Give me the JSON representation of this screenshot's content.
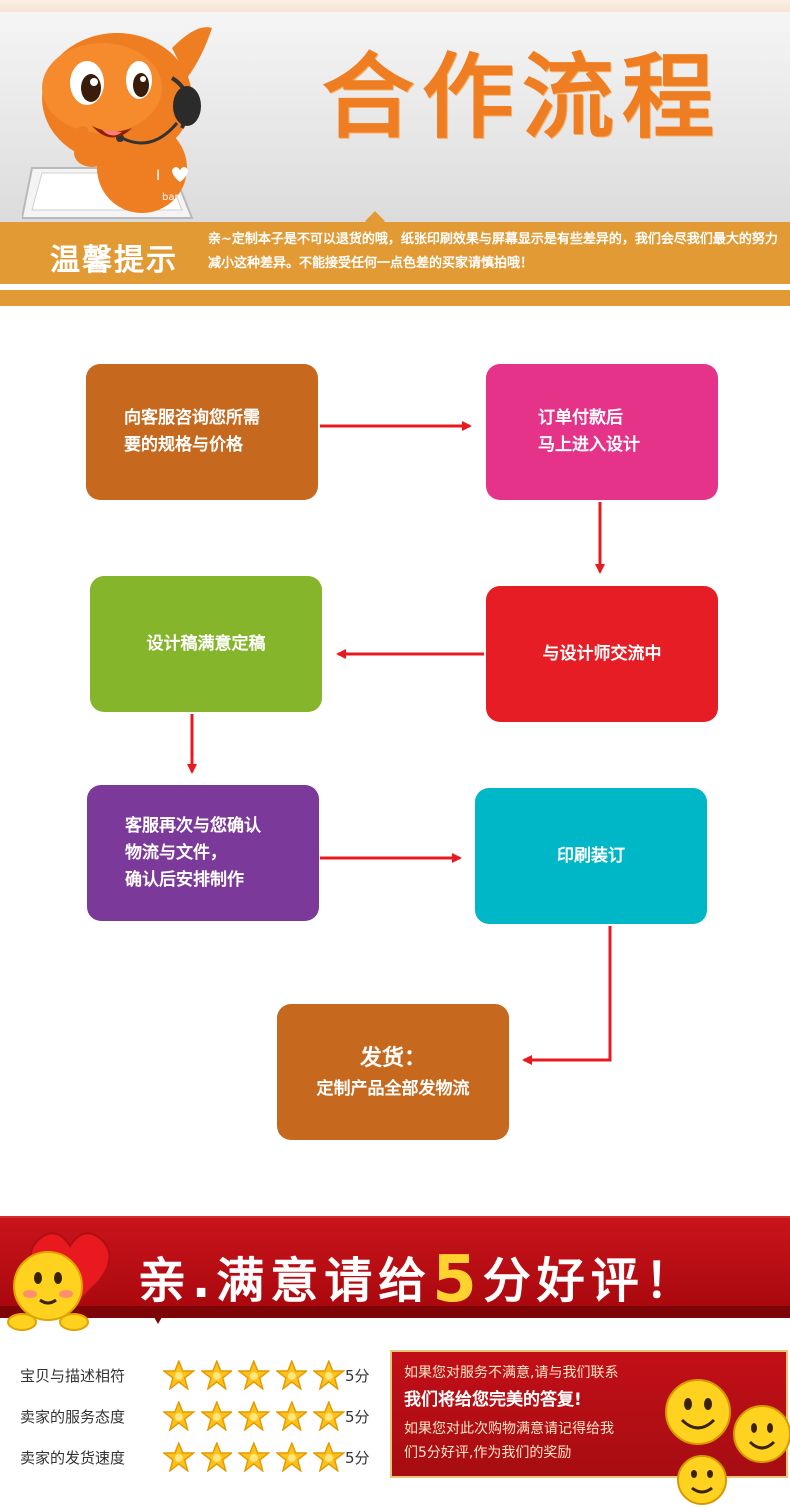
{
  "header": {
    "title": "合作流程",
    "mascot_heart_text": "I",
    "mascot_logo_text": "ban",
    "tip_label": "温馨提示",
    "tip_text": "亲~定制本子是不可以退货的哦，纸张印刷效果与屏幕显示是有些差异的，我们会尽我们最大的努力减小这种差异。不能接受任何一点色差的买家请慎拍哦！"
  },
  "flow": {
    "step1": {
      "lines": [
        "向客服咨询您所需",
        "要的规格与价格"
      ],
      "color": "#c6681d"
    },
    "step2": {
      "lines": [
        "订单付款后",
        "马上进入设计"
      ],
      "color": "#e43388"
    },
    "step3": {
      "lines": [
        "与设计师交流中"
      ],
      "color": "#e61d25"
    },
    "step4": {
      "lines": [
        "设计稿满意定稿"
      ],
      "color": "#85b52b"
    },
    "step5": {
      "lines": [
        "客服再次与您确认",
        "物流与文件，",
        "确认后安排制作"
      ],
      "color": "#7b3a9a"
    },
    "step6": {
      "lines": [
        "印刷装订"
      ],
      "color": "#00b7c7"
    },
    "step7": {
      "title": "发货：",
      "lines": [
        "定制产品全部发物流"
      ],
      "color": "#c6681d"
    },
    "arrow_color": "#e8191f"
  },
  "rating": {
    "banner_prefix": "亲.满意请给",
    "banner_number": "5",
    "banner_suffix": "分好评！",
    "rows": [
      {
        "label": "宝贝与描述相符",
        "stars": 5,
        "score": "5分"
      },
      {
        "label": "卖家的服务态度",
        "stars": 5,
        "score": "5分"
      },
      {
        "label": "卖家的发货速度",
        "stars": 5,
        "score": "5分"
      }
    ],
    "notice": {
      "line1": "如果您对服务不满意,请与我们联系",
      "line2": "我们将给您完美的答复!",
      "line3": "如果您对此次购物满意请记得给我",
      "line4": "们5分好评,作为我们的奖励"
    }
  }
}
